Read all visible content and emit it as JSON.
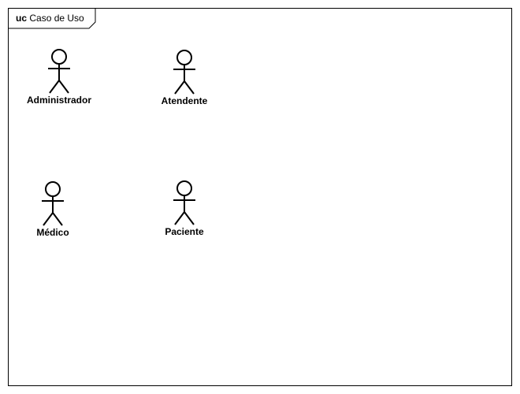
{
  "frame": {
    "kind": "uc",
    "name": "Caso de Uso"
  },
  "actors": [
    {
      "name": "Administrador"
    },
    {
      "name": "Atendente"
    },
    {
      "name": "Médico"
    },
    {
      "name": "Paciente"
    }
  ]
}
